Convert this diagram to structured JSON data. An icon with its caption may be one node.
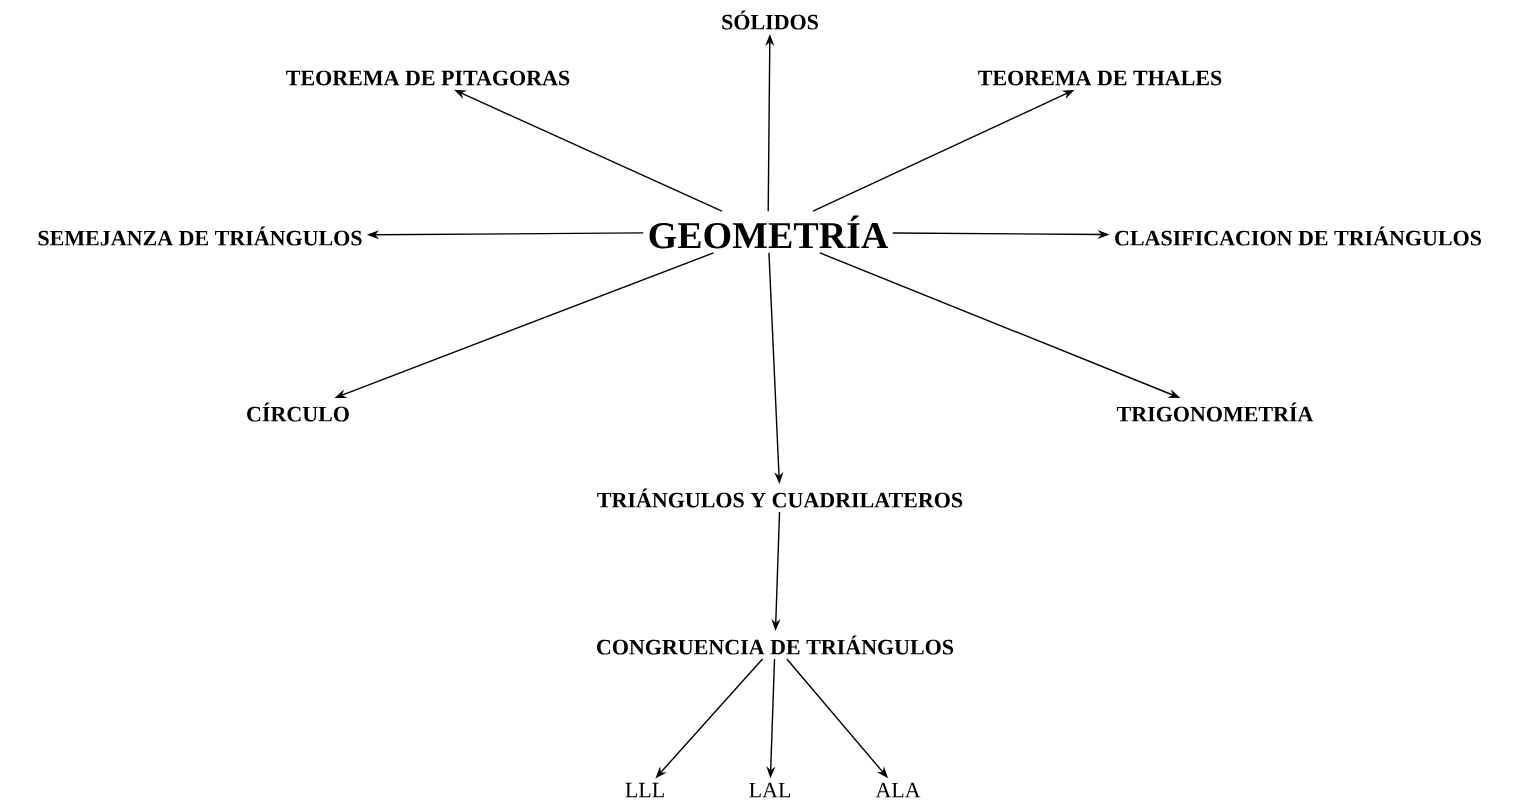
{
  "diagram": {
    "nodes": [
      {
        "text": [
          "GEOMETRÍA"
        ]
      },
      {
        "text": [
          "SÓLIDOS"
        ]
      },
      {
        "text": [
          "TEOREMA DE PITAGORAS"
        ]
      },
      {
        "text": [
          "TEOREMA DE THALES"
        ]
      },
      {
        "text": [
          "SEMEJANZA DE TRIÁNGULOS"
        ]
      },
      {
        "text": [
          "CLASIFICACION DE TRIÁNGULOS"
        ]
      },
      {
        "text": [
          "CÍRCULO"
        ]
      },
      {
        "text": [
          "TRIGONOMETRÍA"
        ]
      },
      {
        "text": [
          "TRIÁNGULOS Y CUADRILATEROS"
        ]
      },
      {
        "text": [
          "CONGRUENCIA DE TRIÁNGULOS"
        ]
      },
      {
        "text": [
          "LLL"
        ]
      },
      {
        "text": [
          "LAL"
        ]
      },
      {
        "text": [
          "ALA"
        ]
      }
    ],
    "edges": [
      {
        "from": 0,
        "to": 1,
        "arrow": "to"
      },
      {
        "from": 0,
        "to": 2,
        "arrow": "to"
      },
      {
        "from": 0,
        "to": 3,
        "arrow": "to"
      },
      {
        "from": 0,
        "to": 4,
        "arrow": "to"
      },
      {
        "from": 0,
        "to": 5,
        "arrow": "to"
      },
      {
        "from": 0,
        "to": 6,
        "arrow": "to"
      },
      {
        "from": 0,
        "to": 7,
        "arrow": "to"
      },
      {
        "from": 0,
        "to": 8,
        "arrow": "to"
      },
      {
        "from": 8,
        "to": 9,
        "arrow": "to"
      },
      {
        "from": 9,
        "to": 10,
        "arrow": "to"
      },
      {
        "from": 9,
        "to": 11,
        "arrow": "to"
      },
      {
        "from": 9,
        "to": 12,
        "arrow": "to"
      }
    ]
  }
}
